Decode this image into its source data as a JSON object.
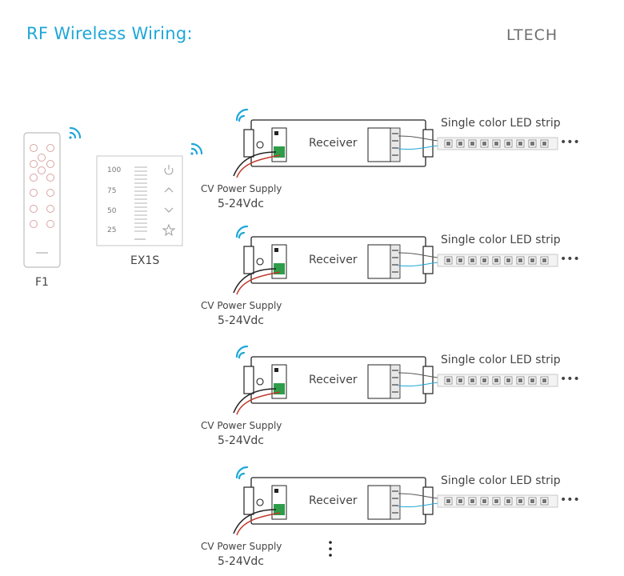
{
  "header": {
    "title": "RF Wireless Wiring:",
    "brand": "LTECH"
  },
  "colors": {
    "accent": "#1ea7d8",
    "text": "#444444",
    "wire_red": "#c0392b",
    "wire_black": "#222222",
    "terminal_green": "#2e9d4a"
  },
  "remotes": [
    {
      "name": "F1",
      "icon": "wifi-signal-icon"
    },
    {
      "name": "EX1S",
      "icon": "wifi-signal-icon",
      "levels": [
        "100",
        "75",
        "50",
        "25"
      ]
    }
  ],
  "wiring": {
    "receiver_label": "Receiver",
    "strip_label": "Single color LED strip",
    "strip_more": "•••",
    "psu_label": "CV Power Supply",
    "psu_voltage": "5-24Vdc",
    "more_receivers": "⋮"
  }
}
